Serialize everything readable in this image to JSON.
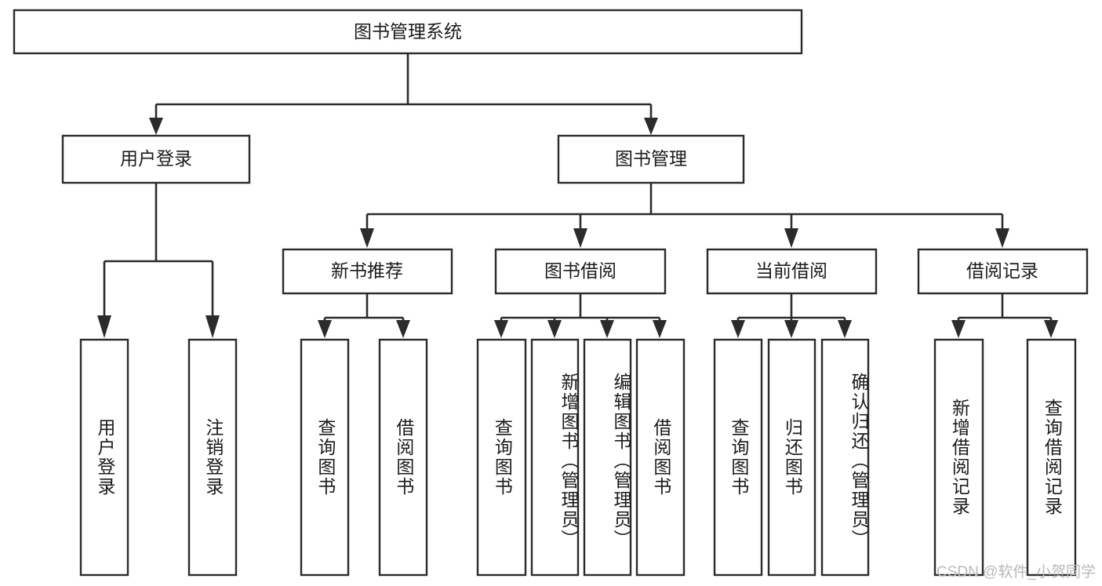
{
  "diagram": {
    "title": "图书管理系统",
    "type": "tree-hierarchy",
    "root": {
      "label": "图书管理系统"
    },
    "level2": [
      {
        "label": "用户登录"
      },
      {
        "label": "图书管理"
      }
    ],
    "level3": [
      {
        "label": "新书推荐"
      },
      {
        "label": "图书借阅"
      },
      {
        "label": "当前借阅"
      },
      {
        "label": "借阅记录"
      }
    ],
    "leaves": {
      "user_login": [
        {
          "label": "用户登录"
        },
        {
          "label": "注销登录"
        }
      ],
      "new_book_recommend": [
        {
          "label": "查询图书"
        },
        {
          "label": "借阅图书"
        }
      ],
      "book_borrow": [
        {
          "label": "查询图书"
        },
        {
          "label": "新增图书（管理员）"
        },
        {
          "label": "编辑图书（管理员）"
        },
        {
          "label": "借阅图书"
        }
      ],
      "current_borrow": [
        {
          "label": "查询图书"
        },
        {
          "label": "归还图书"
        },
        {
          "label": "确认归还（管理员）"
        }
      ],
      "borrow_record": [
        {
          "label": "新增借阅记录"
        },
        {
          "label": "查询借阅记录"
        }
      ]
    }
  },
  "watermark": {
    "text": "CSDN @软件_小贺同学"
  },
  "colors": {
    "stroke": "#2b2b2b",
    "fill": "#ffffff",
    "text": "#1b1b1b",
    "watermark": "#b9b9b9"
  }
}
